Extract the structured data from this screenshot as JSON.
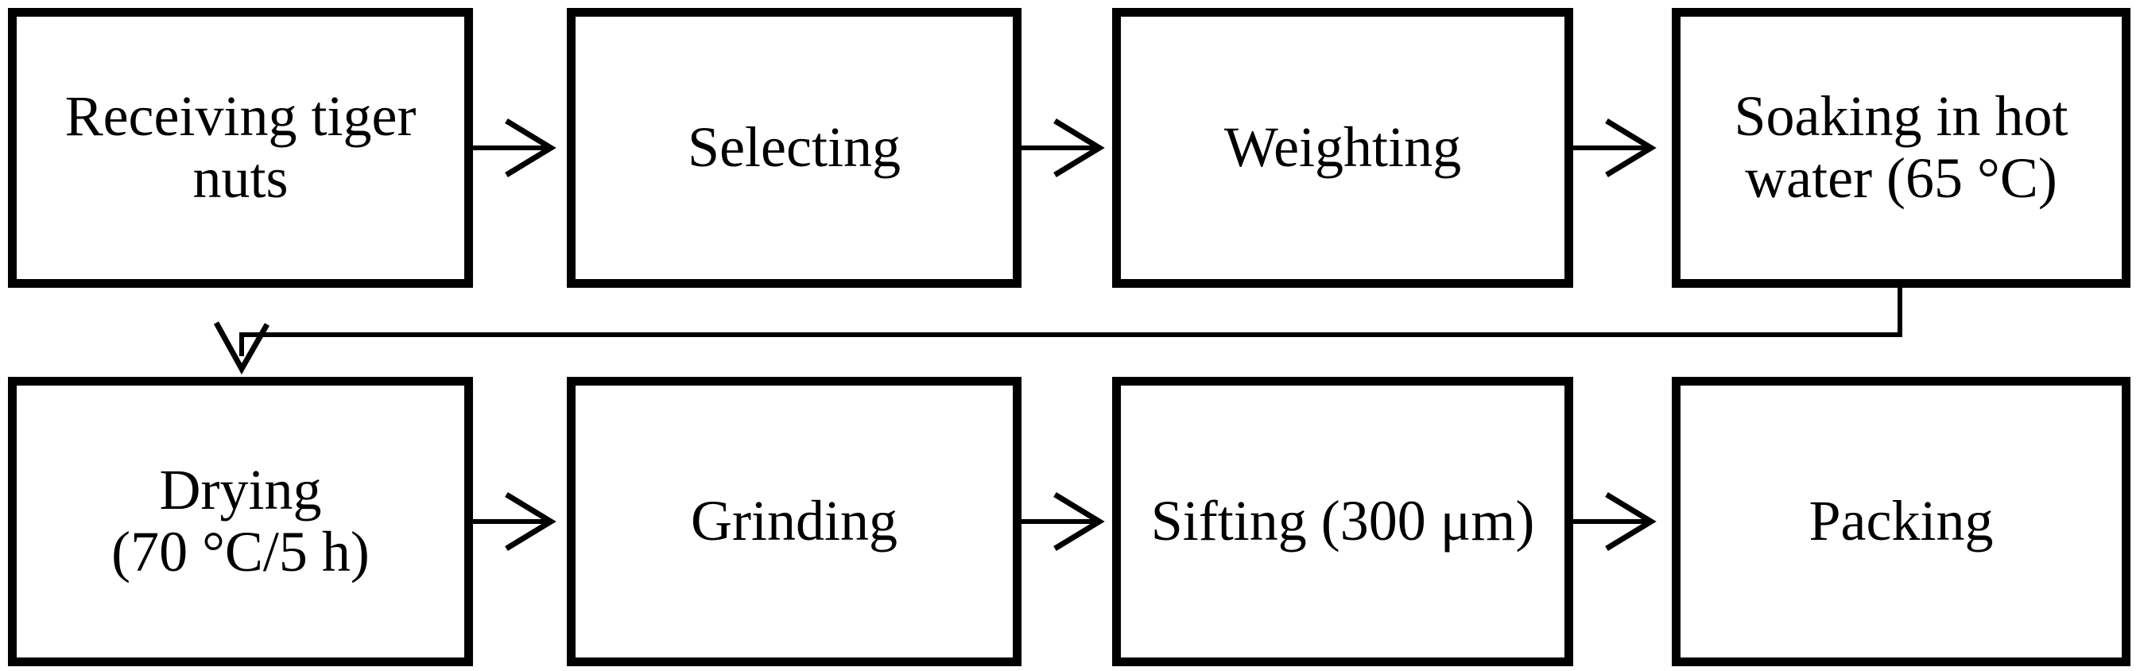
{
  "colors": {
    "background": "#ffffff",
    "box_border": "#000000",
    "text": "#000000",
    "arrow": "#000000"
  },
  "diagram_type": "flowchart",
  "boxes": [
    {
      "label": "Receiving tiger nuts",
      "lines": [
        "Receiving tiger",
        "nuts"
      ]
    },
    {
      "label": "Selecting",
      "lines": [
        "Selecting"
      ]
    },
    {
      "label": "Weighting",
      "lines": [
        "Weighting"
      ]
    },
    {
      "label": "Soaking in hot water (65 °C)",
      "lines": [
        "Soaking in hot",
        "water (65 °C)"
      ]
    },
    {
      "label": "Drying (70 °C/5 h)",
      "lines": [
        "Drying",
        "(70 °C/5 h)"
      ]
    },
    {
      "label": "Grinding",
      "lines": [
        "Grinding"
      ]
    },
    {
      "label": "Sifting (300 μm)",
      "lines": [
        "Sifting (300 μm)"
      ]
    },
    {
      "label": "Packing",
      "lines": [
        "Packing"
      ]
    }
  ],
  "connections": [
    {
      "from": "Receiving tiger nuts",
      "to": "Selecting",
      "type": "arrow-right"
    },
    {
      "from": "Selecting",
      "to": "Weighting",
      "type": "arrow-right"
    },
    {
      "from": "Weighting",
      "to": "Soaking in hot water (65 °C)",
      "type": "arrow-right"
    },
    {
      "from": "Soaking in hot water (65 °C)",
      "to": "Drying (70 °C/5 h)",
      "type": "elbow-down-left-down"
    },
    {
      "from": "Drying (70 °C/5 h)",
      "to": "Grinding",
      "type": "arrow-right"
    },
    {
      "from": "Grinding",
      "to": "Sifting (300 μm)",
      "type": "arrow-right"
    },
    {
      "from": "Sifting (300 μm)",
      "to": "Packing",
      "type": "arrow-right"
    }
  ]
}
